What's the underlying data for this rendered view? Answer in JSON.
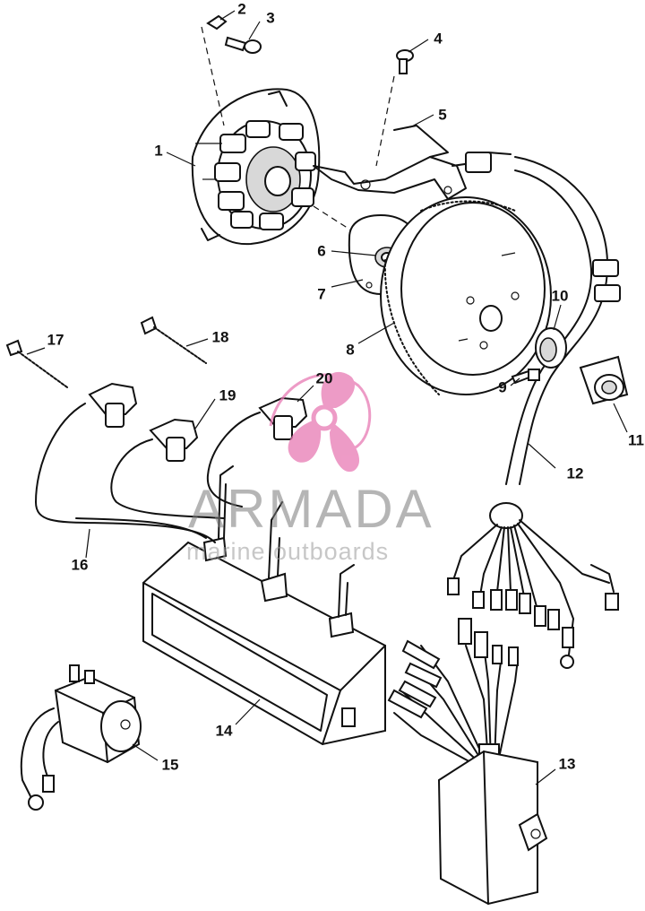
{
  "watermark": {
    "brand": "ARMADA",
    "subtitle": "marine outboards",
    "logo_icon": "propeller-icon",
    "accent_color": "#e87ab4"
  },
  "callouts": [
    "1",
    "2",
    "3",
    "4",
    "5",
    "6",
    "7",
    "8",
    "9",
    "10",
    "11",
    "12",
    "13",
    "14",
    "15",
    "16",
    "17",
    "18",
    "19",
    "20"
  ]
}
